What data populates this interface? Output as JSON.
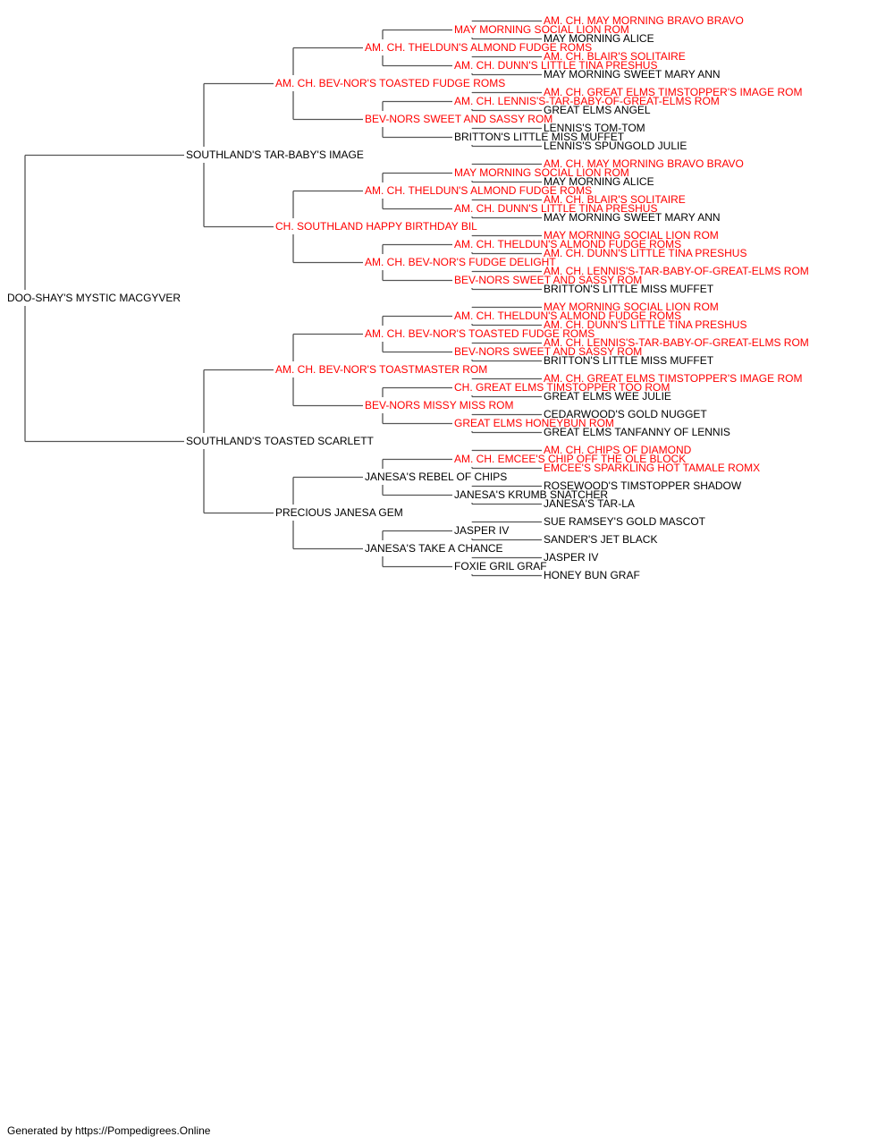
{
  "colors": {
    "titled": "#ff0000",
    "plain": "#000000",
    "lines": "#555555"
  },
  "subject": {
    "name": "DOO-SHAY'S MYSTIC MACGYVER",
    "titled": false
  },
  "generations": [
    [
      {
        "name": "SOUTHLAND'S TAR-BABY'S IMAGE",
        "titled": false
      },
      {
        "name": "SOUTHLAND'S TOASTED SCARLETT",
        "titled": false
      }
    ],
    [
      {
        "name": "AM. CH. BEV-NOR'S TOASTED FUDGE ROMS",
        "titled": true
      },
      {
        "name": "CH. SOUTHLAND HAPPY BIRTHDAY BIL",
        "titled": true
      },
      {
        "name": "AM. CH. BEV-NOR'S TOASTMASTER ROM",
        "titled": true
      },
      {
        "name": "PRECIOUS JANESA GEM",
        "titled": false
      }
    ],
    [
      {
        "name": "AM. CH. THELDUN'S ALMOND FUDGE ROMS",
        "titled": true
      },
      {
        "name": "BEV-NORS SWEET AND SASSY ROM",
        "titled": true
      },
      {
        "name": "AM. CH. THELDUN'S ALMOND FUDGE ROMS",
        "titled": true
      },
      {
        "name": "AM. CH. BEV-NOR'S FUDGE DELIGHT",
        "titled": true
      },
      {
        "name": "AM. CH. BEV-NOR'S TOASTED FUDGE ROMS",
        "titled": true
      },
      {
        "name": "BEV-NORS MISSY MISS ROM",
        "titled": true
      },
      {
        "name": "JANESA'S REBEL OF CHIPS",
        "titled": false
      },
      {
        "name": "JANESA'S TAKE A CHANCE",
        "titled": false
      }
    ],
    [
      {
        "name": "MAY MORNING SOCIAL LION ROM",
        "titled": true
      },
      {
        "name": "AM. CH. DUNN'S LITTLE TINA PRESHUS",
        "titled": true
      },
      {
        "name": "AM. CH. LENNIS'S-TAR-BABY-OF-GREAT-ELMS ROM",
        "titled": true
      },
      {
        "name": "BRITTON'S LITTLE MISS MUFFET",
        "titled": false
      },
      {
        "name": "MAY MORNING SOCIAL LION ROM",
        "titled": true
      },
      {
        "name": "AM. CH. DUNN'S LITTLE TINA PRESHUS",
        "titled": true
      },
      {
        "name": "AM. CH. THELDUN'S ALMOND FUDGE ROMS",
        "titled": true
      },
      {
        "name": "BEV-NORS SWEET AND SASSY ROM",
        "titled": true
      },
      {
        "name": "AM. CH. THELDUN'S ALMOND FUDGE ROMS",
        "titled": true
      },
      {
        "name": "BEV-NORS SWEET AND SASSY ROM",
        "titled": true
      },
      {
        "name": "CH. GREAT ELMS TIMSTOPPER TOO ROM",
        "titled": true
      },
      {
        "name": "GREAT ELMS HONEYBUN ROM",
        "titled": true
      },
      {
        "name": "AM. CH. EMCEE'S CHIP OFF THE OLE BLOCK",
        "titled": true
      },
      {
        "name": "JANESA'S KRUMB SNATCHER",
        "titled": false
      },
      {
        "name": "JASPER IV",
        "titled": false
      },
      {
        "name": "FOXIE GRIL GRAF",
        "titled": false
      }
    ],
    [
      {
        "name": "AM. CH. MAY MORNING BRAVO BRAVO",
        "titled": true
      },
      {
        "name": "MAY MORNING ALICE",
        "titled": false
      },
      {
        "name": "AM. CH. BLAIR'S SOLITAIRE",
        "titled": true
      },
      {
        "name": "MAY MORNING SWEET MARY ANN",
        "titled": false
      },
      {
        "name": "AM. CH. GREAT ELMS TIMSTOPPER'S IMAGE ROM",
        "titled": true
      },
      {
        "name": "GREAT ELMS ANGEL",
        "titled": false
      },
      {
        "name": "LENNIS'S TOM-TOM",
        "titled": false
      },
      {
        "name": "LENNIS'S SPUNGOLD JULIE",
        "titled": false
      },
      {
        "name": "AM. CH. MAY MORNING BRAVO BRAVO",
        "titled": true
      },
      {
        "name": "MAY MORNING ALICE",
        "titled": false
      },
      {
        "name": "AM. CH. BLAIR'S SOLITAIRE",
        "titled": true
      },
      {
        "name": "MAY MORNING SWEET MARY ANN",
        "titled": false
      },
      {
        "name": "MAY MORNING SOCIAL LION ROM",
        "titled": true
      },
      {
        "name": "AM. CH. DUNN'S LITTLE TINA PRESHUS",
        "titled": true
      },
      {
        "name": "AM. CH. LENNIS'S-TAR-BABY-OF-GREAT-ELMS ROM",
        "titled": true
      },
      {
        "name": "BRITTON'S LITTLE MISS MUFFET",
        "titled": false
      },
      {
        "name": "MAY MORNING SOCIAL LION ROM",
        "titled": true
      },
      {
        "name": "AM. CH. DUNN'S LITTLE TINA PRESHUS",
        "titled": true
      },
      {
        "name": "AM. CH. LENNIS'S-TAR-BABY-OF-GREAT-ELMS ROM",
        "titled": true
      },
      {
        "name": "BRITTON'S LITTLE MISS MUFFET",
        "titled": false
      },
      {
        "name": "AM. CH. GREAT ELMS TIMSTOPPER'S IMAGE ROM",
        "titled": true
      },
      {
        "name": "GREAT ELMS WEE JULIE",
        "titled": false
      },
      {
        "name": "CEDARWOOD'S GOLD NUGGET",
        "titled": false
      },
      {
        "name": "GREAT ELMS TANFANNY OF LENNIS",
        "titled": false
      },
      {
        "name": "AM. CH. CHIPS OF DIAMOND",
        "titled": true
      },
      {
        "name": "EMCEE'S SPARKLING HOT TAMALE ROMX",
        "titled": true
      },
      {
        "name": "ROSEWOOD'S TIMSTOPPER SHADOW",
        "titled": false
      },
      {
        "name": "JANESA'S TAR-LA",
        "titled": false
      },
      {
        "name": "SUE RAMSEY'S GOLD MASCOT",
        "titled": false
      },
      {
        "name": "SANDER'S JET BLACK",
        "titled": false
      },
      {
        "name": "JASPER IV",
        "titled": false
      },
      {
        "name": "HONEY BUN GRAF",
        "titled": false
      }
    ]
  ],
  "footer": "Generated by https://Pompedigrees.Online"
}
